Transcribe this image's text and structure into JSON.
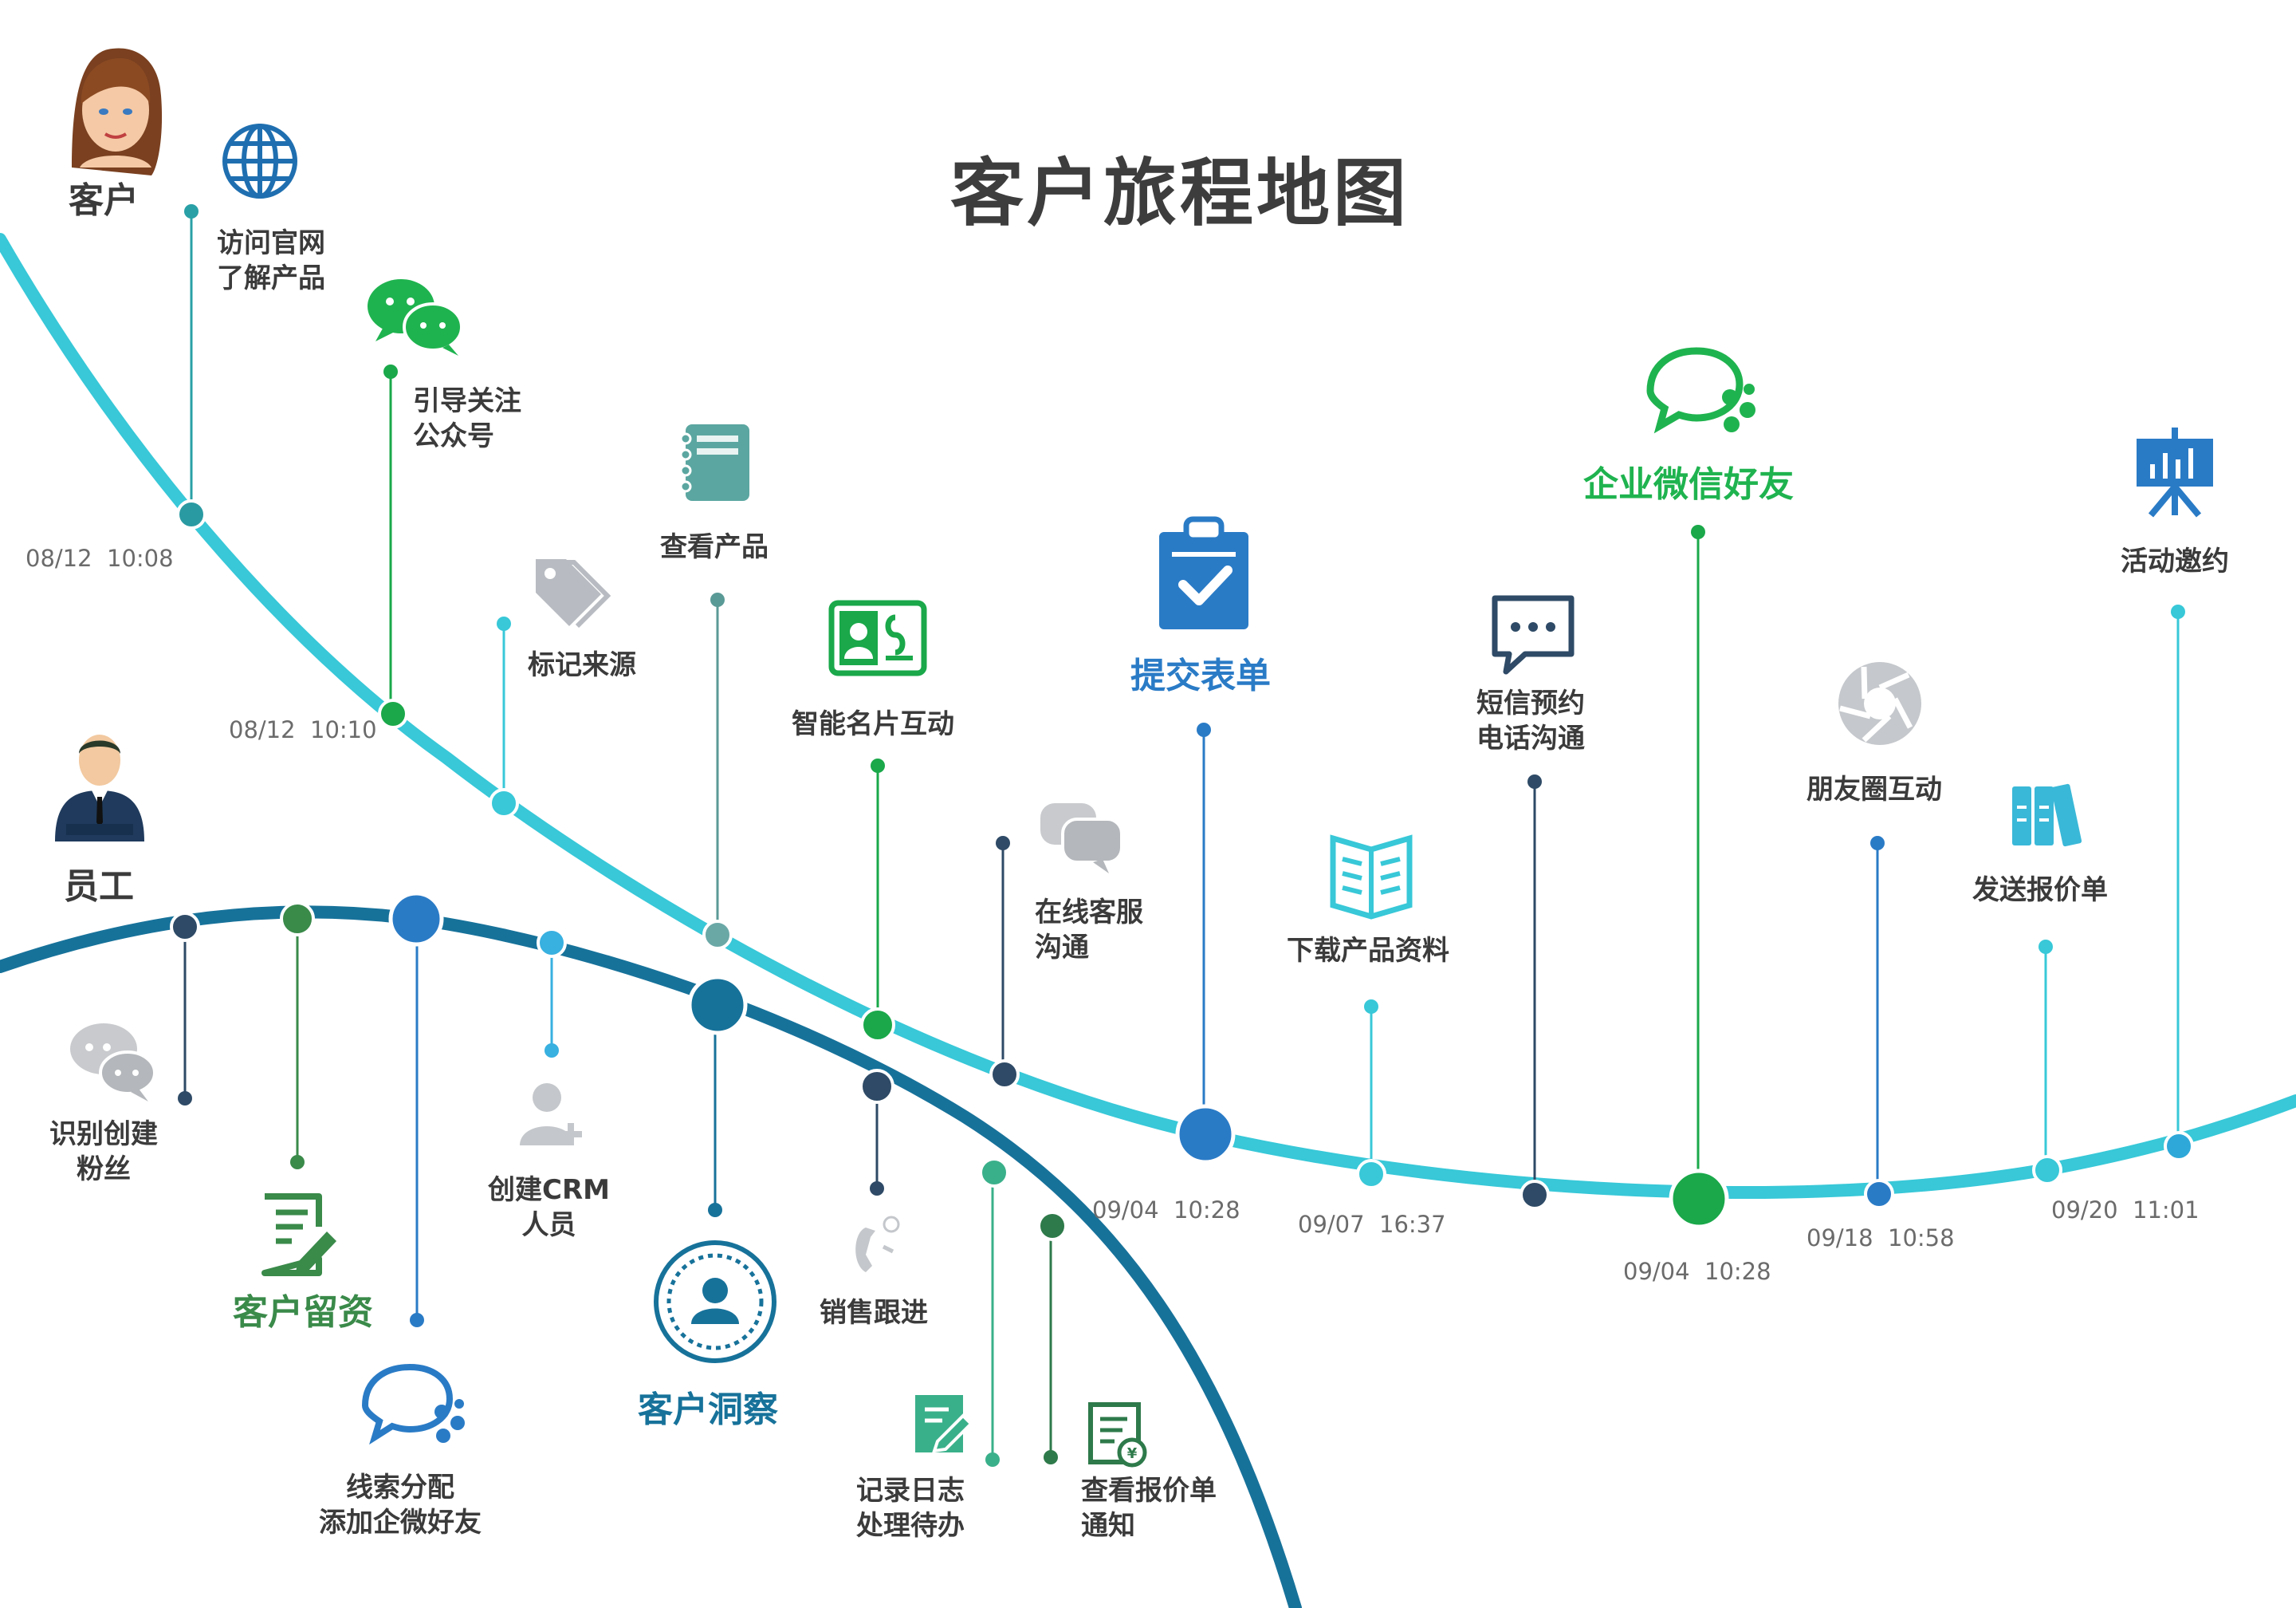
{
  "title": "客户旅程地图",
  "actors": {
    "customer": "客户",
    "employee": "员工"
  },
  "colors": {
    "customer_line": "#38c8d8",
    "employee_line": "#17729a",
    "green": "#1aa84a",
    "blue": "#2a7bc6",
    "wechat_green": "#1fb34f"
  },
  "customer_steps": [
    {
      "id": "visit",
      "label": "访问官网\n了解产品",
      "icon": "globe-icon"
    },
    {
      "id": "follow",
      "label": "引导关注\n公众号",
      "icon": "wechat-icon"
    },
    {
      "id": "tag",
      "label": "标记来源",
      "icon": "tag-icon"
    },
    {
      "id": "view-product",
      "label": "查看产品",
      "icon": "notebook-icon"
    },
    {
      "id": "card",
      "label": "智能名片互动",
      "icon": "business-card-icon"
    },
    {
      "id": "online-service",
      "label": "在线客服\n沟通",
      "icon": "chat-bubbles-icon"
    },
    {
      "id": "submit-form",
      "label": "提交表单",
      "icon": "clipboard-check-icon"
    },
    {
      "id": "download",
      "label": "下载产品资料",
      "icon": "open-book-icon"
    },
    {
      "id": "sms",
      "label": "短信预约\n电话沟通",
      "icon": "message-dots-icon"
    },
    {
      "id": "wecom-friend",
      "label": "企业微信好友",
      "icon": "wecom-icon"
    },
    {
      "id": "moments",
      "label": "朋友圈互动",
      "icon": "aperture-icon"
    },
    {
      "id": "send-quote",
      "label": "发送报价单",
      "icon": "binders-icon"
    },
    {
      "id": "event",
      "label": "活动邀约",
      "icon": "presentation-icon"
    }
  ],
  "employee_steps": [
    {
      "id": "identify",
      "label": "识别创建\n粉丝",
      "icon": "chat-bubbles-icon"
    },
    {
      "id": "retain",
      "label": "客户留资",
      "icon": "form-edit-icon"
    },
    {
      "id": "assign",
      "label": "线索分配\n添加企微好友",
      "icon": "wecom-icon"
    },
    {
      "id": "crm",
      "label": "创建CRM\n人员",
      "icon": "add-user-icon"
    },
    {
      "id": "insight",
      "label": "客户洞察",
      "icon": "user-target-icon"
    },
    {
      "id": "follow-up",
      "label": "销售跟进",
      "icon": "phone-icon"
    },
    {
      "id": "log",
      "label": "记录日志\n处理待办",
      "icon": "note-edit-icon"
    },
    {
      "id": "quote-notice",
      "label": "查看报价单\n通知",
      "icon": "invoice-icon"
    }
  ],
  "timestamps": [
    "08/12  10:08",
    "08/12  10:10",
    "09/04  10:28",
    "09/07  16:37",
    "09/04  10:28",
    "09/18  10:58",
    "09/20  11:01"
  ]
}
